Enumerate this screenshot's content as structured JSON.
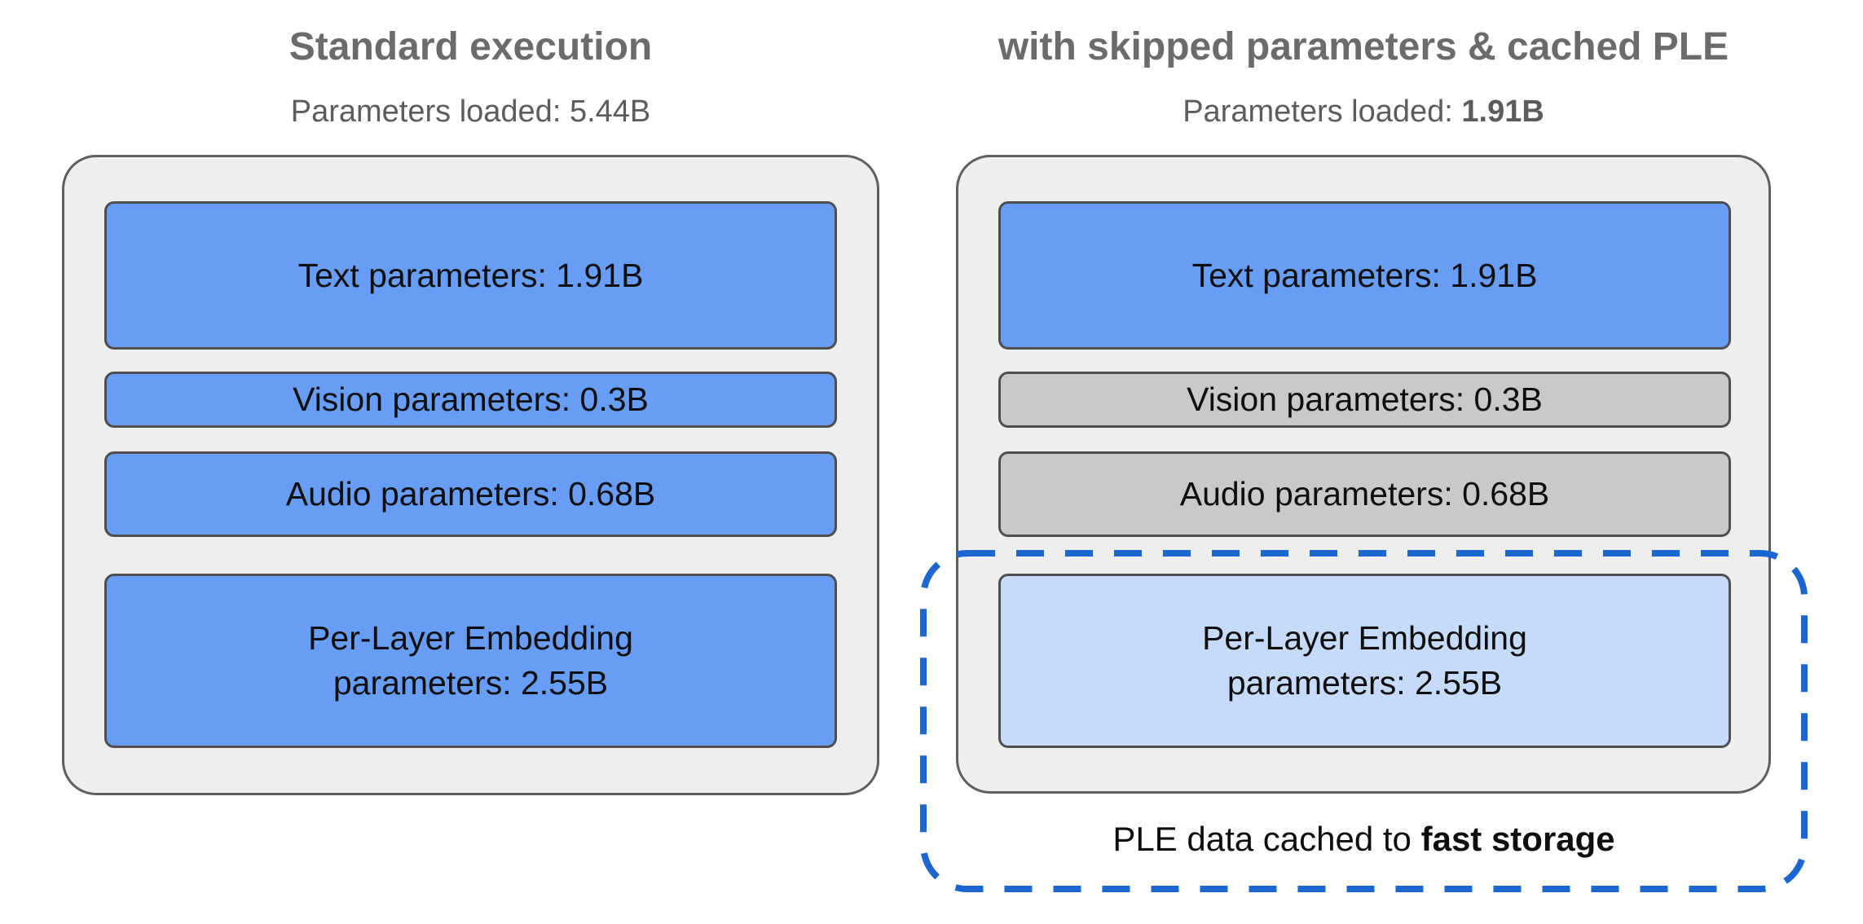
{
  "colors": {
    "module_blue": "#679DF4",
    "module_gray": "#C9C9C9",
    "module_lightblue": "#C6DBF9",
    "container_bg": "#EEEEEE",
    "container_border": "#5F5F5F",
    "box_border": "#4E4E4E",
    "dash_blue": "#1C66D2",
    "title_gray": "#6B6B6B",
    "subtitle_gray": "#5C5C5C",
    "label_black": "#0E0E0E"
  },
  "left_panel": {
    "title": "Standard execution",
    "subtitle_label": "Parameters loaded: ",
    "subtitle_value": "5.44B",
    "boxes": {
      "text": "Text parameters: 1.91B",
      "vision": "Vision parameters: 0.3B",
      "audio": "Audio parameters: 0.68B",
      "ple_line1": "Per-Layer Embedding",
      "ple_line2": "parameters: 2.55B"
    }
  },
  "right_panel": {
    "title": "with skipped parameters & cached PLE",
    "subtitle_label": "Parameters loaded: ",
    "subtitle_value": "1.91B",
    "boxes": {
      "text": "Text parameters: 1.91B",
      "vision": "Vision parameters: 0.3B",
      "audio": "Audio parameters: 0.68B",
      "ple_line1": "Per-Layer Embedding",
      "ple_line2": "parameters: 2.55B"
    },
    "caption_label": "PLE data cached to ",
    "caption_value": "fast storage"
  }
}
